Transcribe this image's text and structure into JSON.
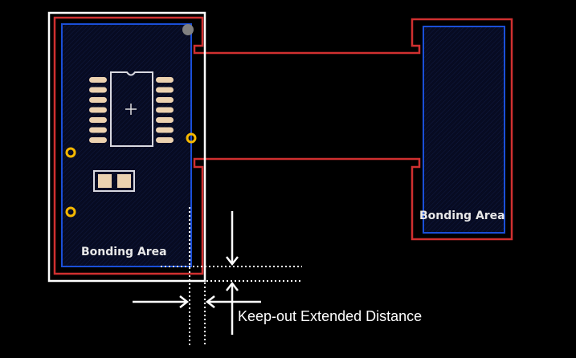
{
  "left_board": {
    "bonding_label": "Bonding Area"
  },
  "right_board": {
    "bonding_label": "Bonding Area"
  },
  "annotation": {
    "text": "Keep-out Extended Distance"
  },
  "colors": {
    "background": "#000000",
    "board_outline": "#d03030",
    "bonding_outline": "#1a4fd8",
    "bonding_fill": "#0a0f2a",
    "keepout": "#ffffff",
    "pad": "#ecd2b0",
    "via": "#f5b800",
    "fiducial": "#808080"
  }
}
